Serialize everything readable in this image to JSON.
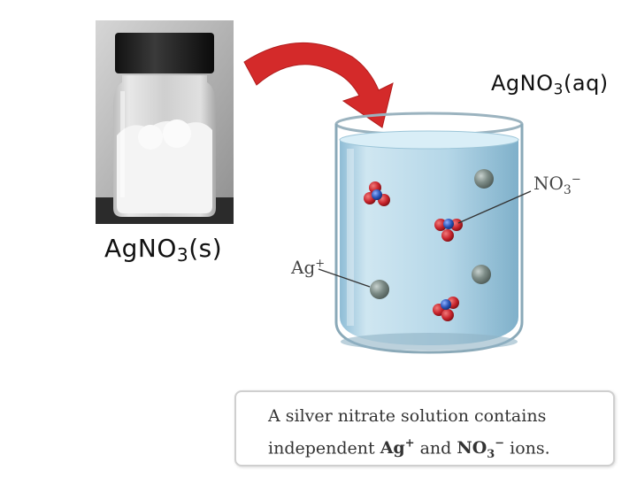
{
  "solid_label": {
    "base": "AgNO",
    "sub": "3",
    "tail": "(s)"
  },
  "solution_label": {
    "base": "AgNO",
    "sub": "3",
    "tail": "(aq)"
  },
  "nitrate_ion": {
    "base": "NO",
    "sub": "3",
    "sup": "−"
  },
  "silver_ion": {
    "base": "Ag",
    "sup": "+"
  },
  "caption": {
    "line1": "A silver nitrate solution contains",
    "pre": "independent ",
    "ag": "Ag",
    "ag_sup": "+",
    "and": " and ",
    "no": "NO",
    "no_sub": "3",
    "no_sup": "−",
    "tail": " ions."
  },
  "colors": {
    "arrow": "#d42a2a",
    "water": "#a9cfe3",
    "silver": "#7e8d88",
    "oxygen": "#c8242c",
    "nitrogen": "#2a55b8"
  }
}
